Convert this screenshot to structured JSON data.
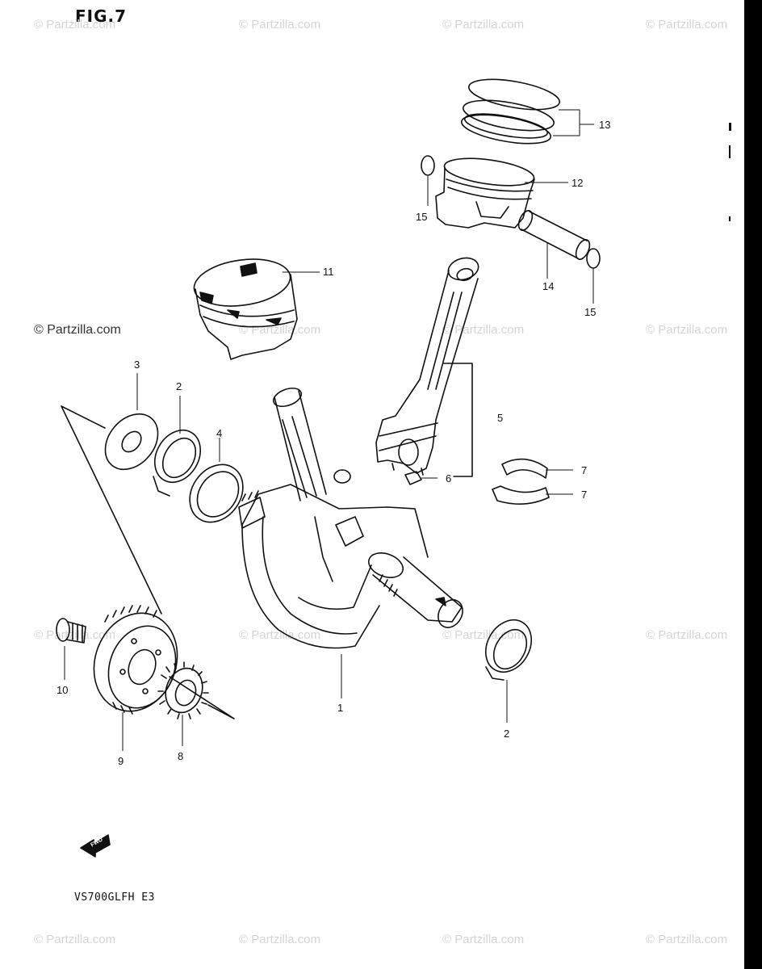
{
  "figure": {
    "title": "FIG.7",
    "model": "VS700GLFH  E3"
  },
  "watermarks": {
    "text": "© Partzilla.com",
    "prominent": "© Partzilla.com"
  },
  "callouts": [
    "1",
    "2",
    "2",
    "3",
    "4",
    "5",
    "6",
    "7",
    "7",
    "8",
    "9",
    "10",
    "11",
    "12",
    "13",
    "14",
    "15",
    "15"
  ],
  "arrow": {
    "label": "FWD"
  },
  "colors": {
    "ink": "#111111",
    "watermark": "#d4d4d4",
    "edge": "#000000"
  }
}
